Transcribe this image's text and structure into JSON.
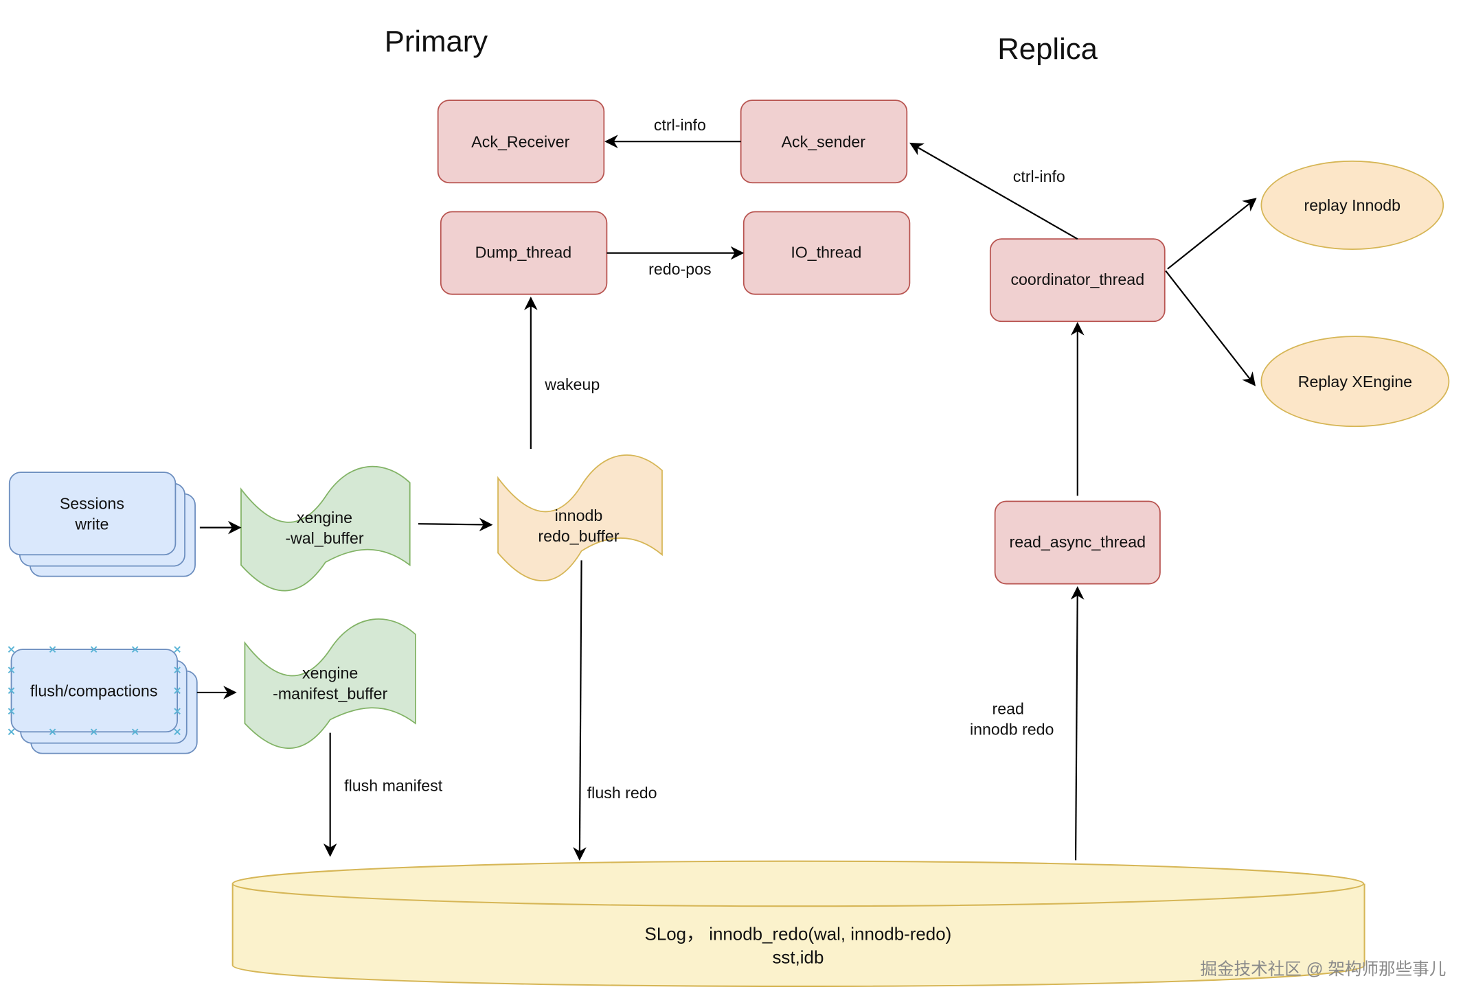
{
  "titles": {
    "primary": "Primary",
    "replica": "Replica"
  },
  "colors": {
    "thread_fill": "#f0d0d0",
    "thread_stroke": "#b85450",
    "session_fill": "#dae8fc",
    "session_stroke": "#6c8ebf",
    "xengine_fill": "#d5e8d4",
    "xengine_stroke": "#82b366",
    "innodb_fill": "#fae6cc",
    "innodb_stroke": "#d6b656",
    "replay_fill": "#fce6c8",
    "replay_stroke": "#d6b656",
    "storage_fill": "#fbf2cc",
    "storage_stroke": "#d6b656",
    "selection_marker": "#5ab4d6"
  },
  "nodes": {
    "ack_receiver": "Ack_Receiver",
    "ack_sender": "Ack_sender",
    "dump_thread": "Dump_thread",
    "io_thread": "IO_thread",
    "coordinator_thread": "coordinator_thread",
    "replay_innodb": "replay Innodb",
    "replay_xengine": "Replay XEngine",
    "read_async_thread": "read_async_thread",
    "sessions_write": [
      "Sessions",
      "write"
    ],
    "flush_compactions": "flush/compactions",
    "xengine_wal_buffer": [
      "xengine",
      "-wal_buffer"
    ],
    "xengine_manifest_buffer": [
      "xengine",
      "-manifest_buffer"
    ],
    "innodb_redo_buffer": [
      "innodb",
      "redo_buffer"
    ],
    "storage": [
      "SLog， innodb_redo(wal, innodb-redo)",
      "sst,idb"
    ]
  },
  "edges": {
    "ctrl_info_1": "ctrl-info",
    "ctrl_info_2": "ctrl-info",
    "redo_pos": "redo-pos",
    "wakeup": "wakeup",
    "flush_manifest": "flush manifest",
    "flush_redo": "flush redo",
    "read_innodb_redo": [
      "read",
      "innodb redo"
    ]
  },
  "watermark": "掘金技术社区 @ 架构师那些事儿"
}
